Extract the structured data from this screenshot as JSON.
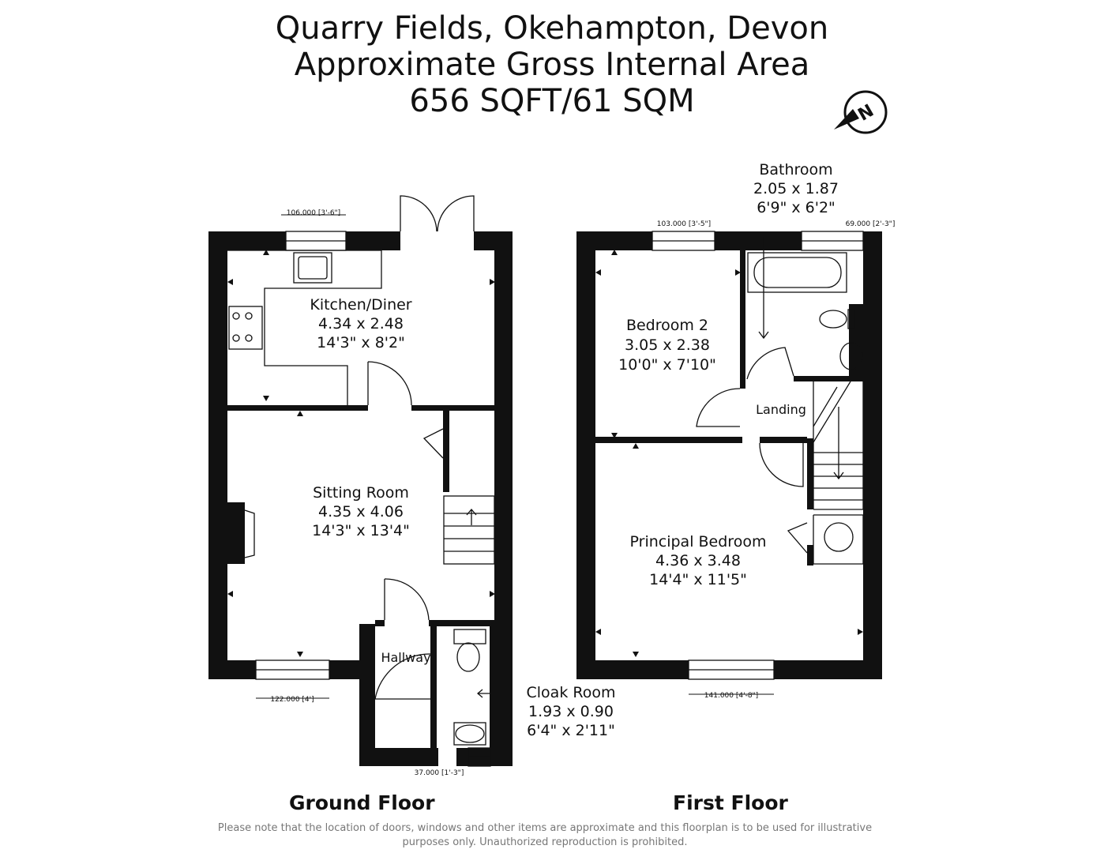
{
  "header": {
    "line1": "Quarry Fields, Okehampton, Devon",
    "line2": "Approximate Gross Internal Area",
    "line3": "656 SQFT/61 SQM"
  },
  "compass": {
    "icon": "north-arrow-icon",
    "letter": "N"
  },
  "rooms": {
    "kitchen": {
      "name": "Kitchen/Diner",
      "metric": "4.34 x 2.48",
      "imperial": "14'3\" x 8'2\""
    },
    "sitting": {
      "name": "Sitting Room",
      "metric": "4.35 x 4.06",
      "imperial": "14'3\" x 13'4\""
    },
    "hallway": {
      "name": "Hallway"
    },
    "cloak": {
      "name": "Cloak Room",
      "metric": "1.93 x 0.90",
      "imperial": "6'4\" x 2'11\""
    },
    "bathroom": {
      "name": "Bathroom",
      "metric": "2.05 x 1.87",
      "imperial": "6'9\" x 6'2\""
    },
    "bedroom2": {
      "name": "Bedroom 2",
      "metric": "3.05 x 2.38",
      "imperial": "10'0\" x 7'10\""
    },
    "landing": {
      "name": "Landing"
    },
    "principal": {
      "name": "Principal Bedroom",
      "metric": "4.36 x 3.48",
      "imperial": "14'4\" x 11'5\""
    }
  },
  "window_dims": {
    "kitchen": "106.000 [3'-6\"]",
    "sitting": "122.000 [4']",
    "cloak": "37.000 [1'-3\"]",
    "bedroom2": "103.000 [3'-5\"]",
    "bathroom": "69.000 [2'-3\"]",
    "principal": "141.000 [4'-8\"]"
  },
  "floors": {
    "ground": "Ground Floor",
    "first": "First Floor"
  },
  "disclaimer": "Please note that the location of doors, windows and other items are approximate and this floorplan is to be used for illustrative purposes only. Unauthorized reproduction is prohibited."
}
